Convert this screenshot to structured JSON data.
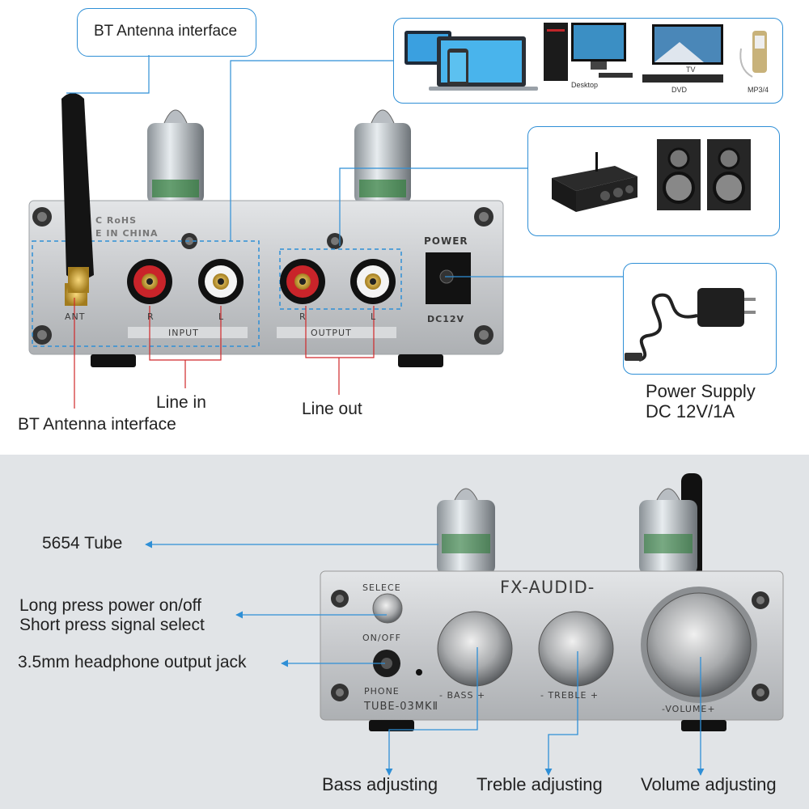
{
  "top": {
    "bt_antenna_callout": "BT Antenna interface",
    "bt_antenna_label": "BT Antenna interface",
    "line_in": "Line in",
    "line_out": "Line out",
    "power_supply_line1": "Power Supply",
    "power_supply_line2": "DC 12V/1A",
    "devices": {
      "desktop": "Desktop",
      "tv": "TV",
      "dvd": "DVD",
      "mp3": "MP3/4"
    },
    "back_panel": {
      "rohs": "C RoHS",
      "made_in": "E IN CHINA",
      "ant": "ANT",
      "input_r": "R",
      "input_l": "L",
      "input": "INPUT",
      "output_r": "R",
      "output_l": "L",
      "output": "OUTPUT",
      "power": "POWER",
      "dc12v": "DC12V"
    }
  },
  "bottom": {
    "tube": "5654 Tube",
    "select_line1": "Long press power on/off",
    "select_line2": "Short press signal select",
    "headphone": "3.5mm headphone output jack",
    "bass": "Bass adjusting",
    "treble": "Treble adjusting",
    "volume": "Volume adjusting",
    "front_panel": {
      "brand": "FX-AUDID-",
      "selece": "SELECE",
      "onoff": "ON/OFF",
      "phone": "PHONE",
      "model": "TUBE-03MKⅡ",
      "bass_knob": "-  BASS  +",
      "treble_knob": "-  TREBLE  +",
      "volume_knob": "-VOLUME+"
    }
  },
  "colors": {
    "callout_border": "#2f8fd6",
    "leader_red": "#d0282a",
    "leader_blue": "#2f8fd6",
    "panel_silver": "#c9cbcd"
  }
}
